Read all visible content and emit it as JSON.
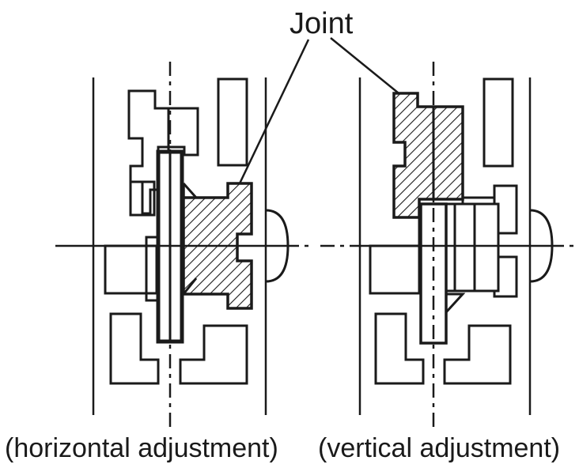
{
  "labels": {
    "joint": "Joint",
    "left_caption": "(horizontal adjustment)",
    "right_caption": "(vertical adjustment)"
  },
  "colors": {
    "ink": "#1a1a1a",
    "background": "#ffffff"
  }
}
